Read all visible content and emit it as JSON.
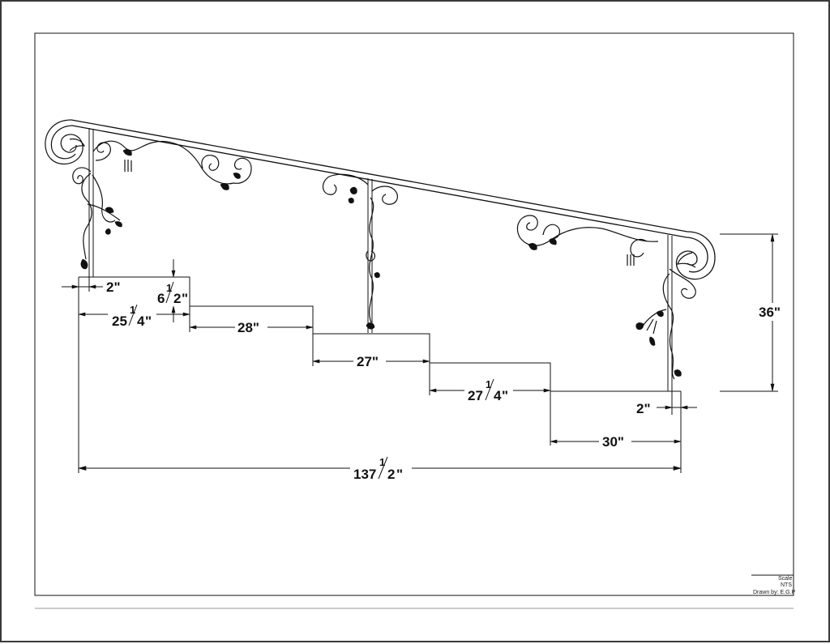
{
  "dimensions": {
    "left_post_offset": "2\"",
    "riser_height": {
      "whole": "6",
      "num": "1",
      "den": "2",
      "unit": "\""
    },
    "first_tread": {
      "whole": "25",
      "num": "1",
      "den": "4",
      "unit": "\""
    },
    "second_tread": "28\"",
    "third_tread": "27\"",
    "fourth_tread": {
      "whole": "27",
      "num": "1",
      "den": "4",
      "unit": "\""
    },
    "right_post_offset": "2\"",
    "last_tread": "30\"",
    "total_run": {
      "whole": "137",
      "num": "1",
      "den": "2",
      "unit": "\""
    },
    "rail_height": "36\""
  },
  "title_block": {
    "scale_label": "Scale",
    "scale_value": "NTS",
    "drawn_by": "Drawn by: E.G.P"
  }
}
